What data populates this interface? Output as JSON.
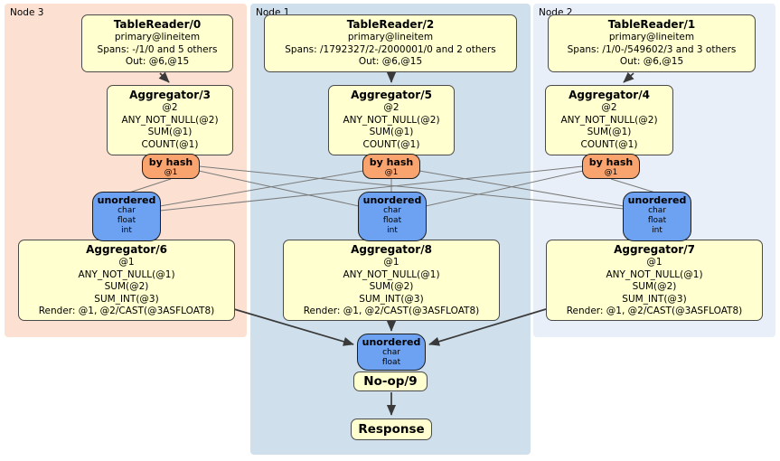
{
  "nodes": [
    {
      "region_label": "Node 3",
      "table_reader": {
        "title": "TableReader/0",
        "lines": [
          "primary@lineitem",
          "Spans: -/1/0 and 5 others",
          "Out: @6,@15"
        ]
      },
      "agg_top": {
        "title": "Aggregator/3",
        "lines": [
          "@2",
          "ANY_NOT_NULL(@2)",
          "SUM(@1)",
          "COUNT(@1)"
        ]
      },
      "router": {
        "title": "by hash",
        "sub": "@1"
      },
      "sync": {
        "title": "unordered",
        "lines": [
          "char",
          "float",
          "int"
        ]
      },
      "agg_bottom": {
        "title": "Aggregator/6",
        "lines": [
          "@1",
          "ANY_NOT_NULL(@1)",
          "SUM(@2)",
          "SUM_INT(@3)",
          "Render: @1, @2/CAST(@3ASFLOAT8)"
        ]
      }
    },
    {
      "region_label": "Node 1",
      "table_reader": {
        "title": "TableReader/2",
        "lines": [
          "primary@lineitem",
          "Spans: /1792327/2-/2000001/0 and 2 others",
          "Out: @6,@15"
        ]
      },
      "agg_top": {
        "title": "Aggregator/5",
        "lines": [
          "@2",
          "ANY_NOT_NULL(@2)",
          "SUM(@1)",
          "COUNT(@1)"
        ]
      },
      "router": {
        "title": "by hash",
        "sub": "@1"
      },
      "sync": {
        "title": "unordered",
        "lines": [
          "char",
          "float",
          "int"
        ]
      },
      "agg_bottom": {
        "title": "Aggregator/8",
        "lines": [
          "@1",
          "ANY_NOT_NULL(@1)",
          "SUM(@2)",
          "SUM_INT(@3)",
          "Render: @1, @2/CAST(@3ASFLOAT8)"
        ]
      }
    },
    {
      "region_label": "Node 2",
      "table_reader": {
        "title": "TableReader/1",
        "lines": [
          "primary@lineitem",
          "Spans: /1/0-/549602/3 and 3 others",
          "Out: @6,@15"
        ]
      },
      "agg_top": {
        "title": "Aggregator/4",
        "lines": [
          "@2",
          "ANY_NOT_NULL(@2)",
          "SUM(@1)",
          "COUNT(@1)"
        ]
      },
      "router": {
        "title": "by hash",
        "sub": "@1"
      },
      "sync": {
        "title": "unordered",
        "lines": [
          "char",
          "float",
          "int"
        ]
      },
      "agg_bottom": {
        "title": "Aggregator/7",
        "lines": [
          "@1",
          "ANY_NOT_NULL(@1)",
          "SUM(@2)",
          "SUM_INT(@3)",
          "Render: @1, @2/CAST(@3ASFLOAT8)"
        ]
      }
    }
  ],
  "final": {
    "sync": {
      "title": "unordered",
      "lines": [
        "char",
        "float"
      ]
    },
    "noop_label": "No-op/9",
    "response_label": "Response"
  },
  "colors": {
    "node3_bg": "#fce1d3",
    "node1_bg": "#cfe0ec",
    "node2_bg": "#e9eff8",
    "operator_box_bg": "#ffffcf",
    "hash_router_bg": "#f9a36f",
    "unordered_sync_bg": "#6da2f2",
    "edge_thin": "#7a7a7a",
    "edge_thick": "#3a3a3a"
  }
}
